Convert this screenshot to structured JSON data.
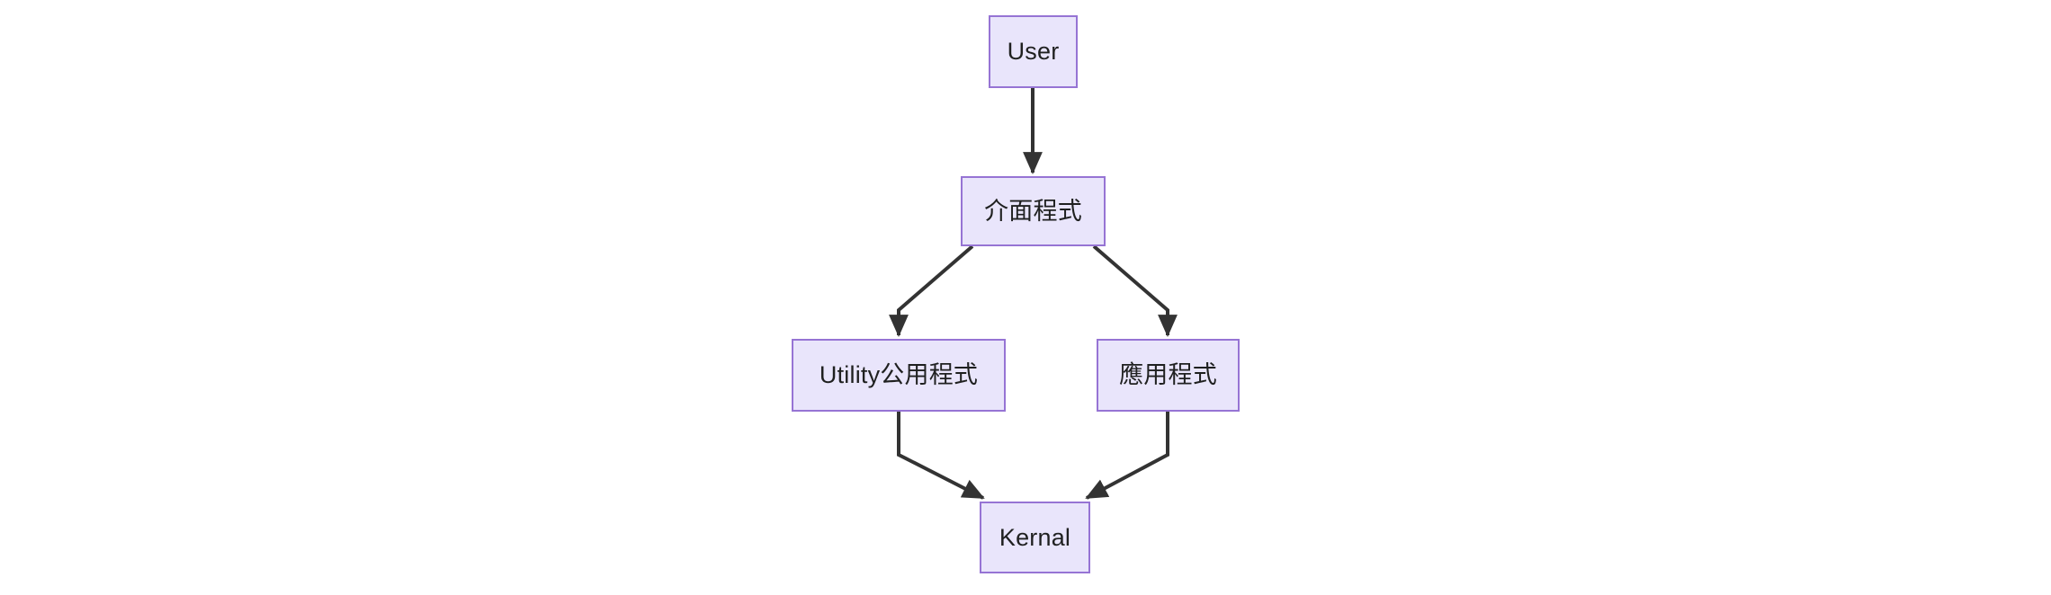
{
  "diagram": {
    "type": "flowchart",
    "direction": "top-down",
    "background_color": "#ffffff",
    "node_fill_color": "#e9e5fb",
    "node_border_color": "#9674d4",
    "edge_color": "#333333",
    "text_color": "#1f2020",
    "nodes": [
      {
        "id": "user",
        "label": "User"
      },
      {
        "id": "interface",
        "label": "介面程式"
      },
      {
        "id": "utility",
        "label": "Utility公用程式"
      },
      {
        "id": "application",
        "label": "應用程式"
      },
      {
        "id": "kernal",
        "label": "Kernal"
      }
    ],
    "edges": [
      {
        "from": "user",
        "to": "interface",
        "arrow": "filled-triangle"
      },
      {
        "from": "interface",
        "to": "utility",
        "arrow": "filled-triangle"
      },
      {
        "from": "interface",
        "to": "application",
        "arrow": "filled-triangle"
      },
      {
        "from": "utility",
        "to": "kernal",
        "arrow": "filled-triangle"
      },
      {
        "from": "application",
        "to": "kernal",
        "arrow": "filled-triangle"
      }
    ]
  }
}
